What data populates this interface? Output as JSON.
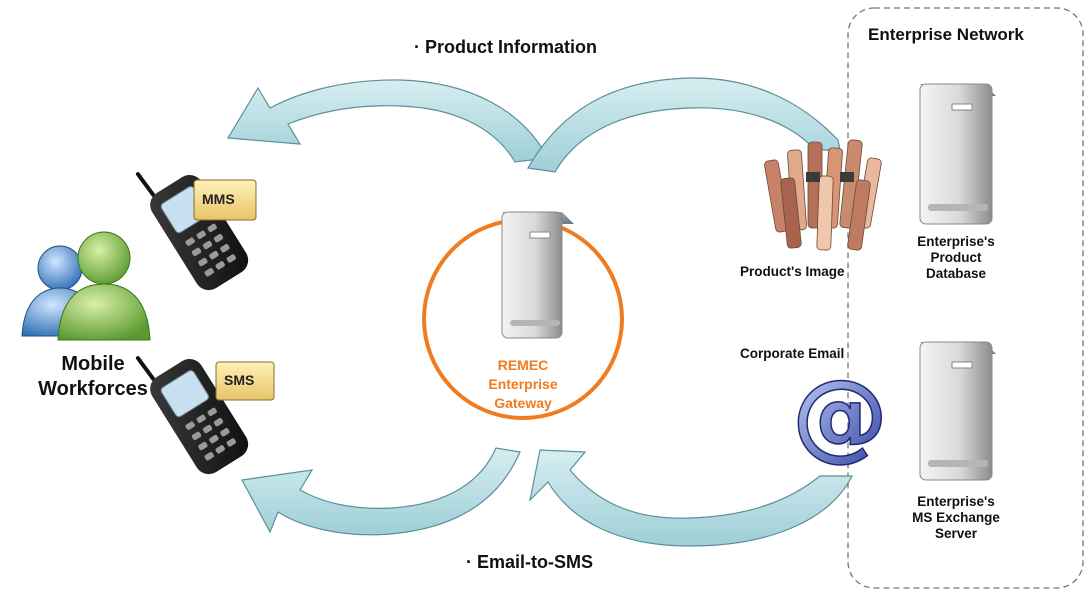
{
  "flows": {
    "top": "· Product Information",
    "bottom": "· Email-to-SMS"
  },
  "enterprise_network": {
    "title": "Enterprise Network",
    "product_db_label": [
      "Enterprise's",
      "Product",
      "Database"
    ],
    "exchange_label": [
      "Enterprise's",
      "MS Exchange",
      "Server"
    ]
  },
  "product_image_label": "Product's Image",
  "corporate_email_label": "Corporate Email",
  "gateway_label": [
    "REMEC",
    "Enterprise",
    "Gateway"
  ],
  "mobile": {
    "label": [
      "Mobile",
      "Workforces"
    ],
    "mms_tag": "MMS",
    "sms_tag": "SMS"
  },
  "colors": {
    "arrow_fill": "#b7dde3",
    "arrow_stroke": "#5c8f98",
    "gateway_ring": "#f07c1f",
    "gateway_text": "#f07c1f",
    "network_border": "#777777"
  }
}
